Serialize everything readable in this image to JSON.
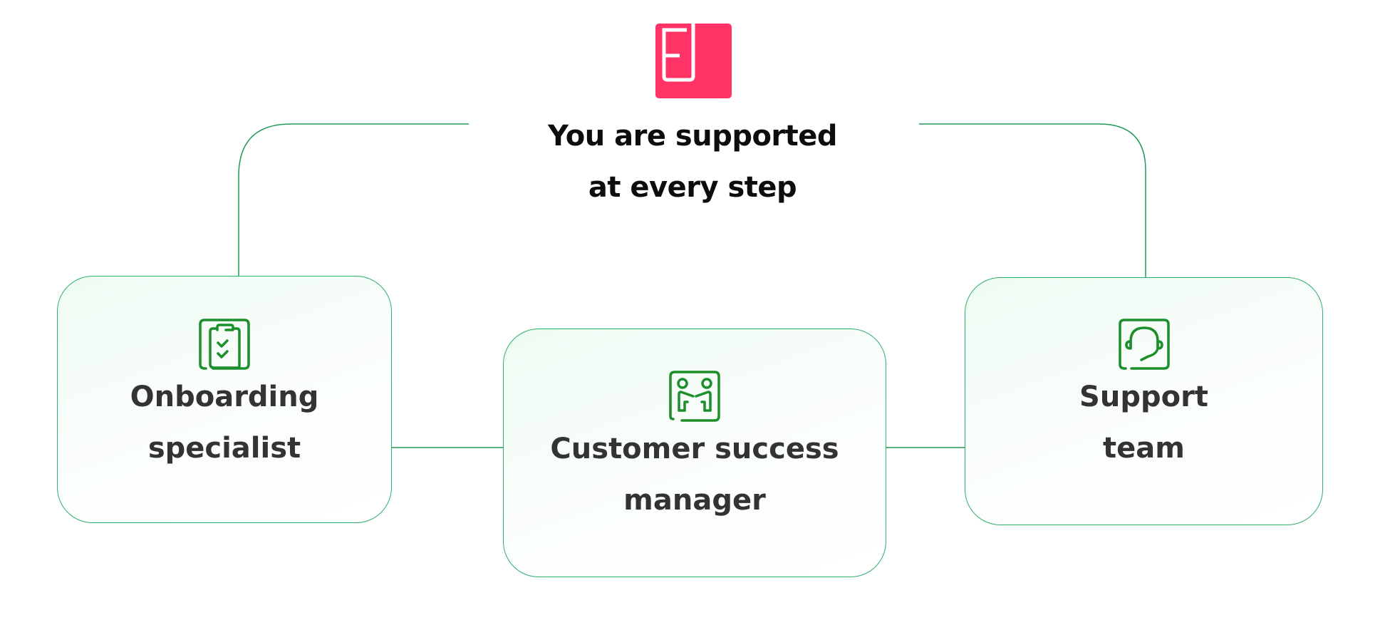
{
  "logo": {
    "text": "EJ",
    "color": "#ff3366"
  },
  "title": {
    "line1": "You are supported",
    "line2": "at every step"
  },
  "accent_color": "#1a8f2a",
  "line_color": "#1f9a57",
  "cards": [
    {
      "label_line1": "Onboarding",
      "label_line2": "specialist",
      "icon": "clipboard-check-icon"
    },
    {
      "label_line1": "Customer success",
      "label_line2": "manager",
      "icon": "handshake-people-icon"
    },
    {
      "label_line1": "Support",
      "label_line2": "team",
      "icon": "headset-icon"
    }
  ]
}
